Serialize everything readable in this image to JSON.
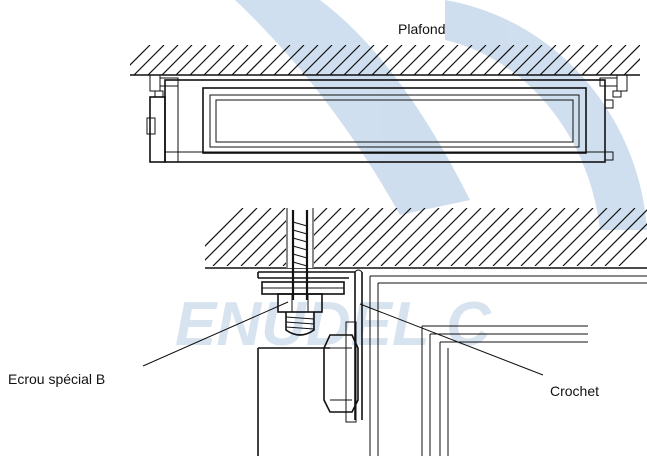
{
  "labels": {
    "ceiling": "Plafond",
    "special_nut": "Ecrou spécial B",
    "hook": "Crochet"
  },
  "watermark": {
    "text": "ENUDEL C",
    "color": "#b9cde4",
    "ring_color": "#a9c4e1"
  },
  "colors": {
    "line": "#111111",
    "background": "#ffffff"
  }
}
